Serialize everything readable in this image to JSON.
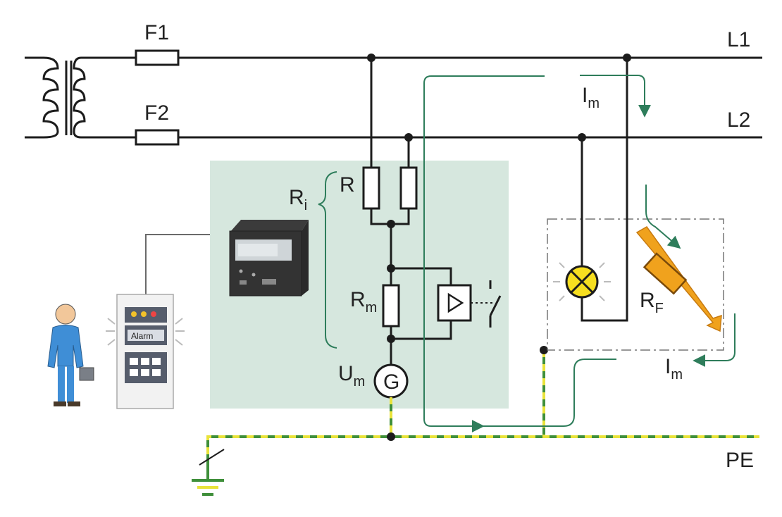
{
  "labels": {
    "f1": "F1",
    "f2": "F2",
    "l1": "L1",
    "l2": "L2",
    "pe": "PE",
    "r": "R",
    "ri_main": "R",
    "ri_sub": "i",
    "rm_main": "R",
    "rm_sub": "m",
    "um_main": "U",
    "um_sub": "m",
    "g": "G",
    "im_main": "I",
    "im_sub": "m",
    "rf_main": "R",
    "rf_sub": "F",
    "alarm": "Alarm"
  },
  "colors": {
    "shaded_box": "#d6e7de",
    "wire": "#1c1c1c",
    "fault_current": "#2e7d5b",
    "pe_green": "#3f8f3a",
    "pe_yellow": "#e9e33a",
    "lamp": "#f6de1f",
    "fault_bolt": "#f0a21d",
    "person": "#3f8ed6"
  },
  "icons": [
    "transformer-icon",
    "person-icon",
    "alarm-panel-icon",
    "insulation-monitor-device-icon",
    "lamp-icon",
    "fault-lightning-icon",
    "ground-icon",
    "relay-switch-icon"
  ]
}
